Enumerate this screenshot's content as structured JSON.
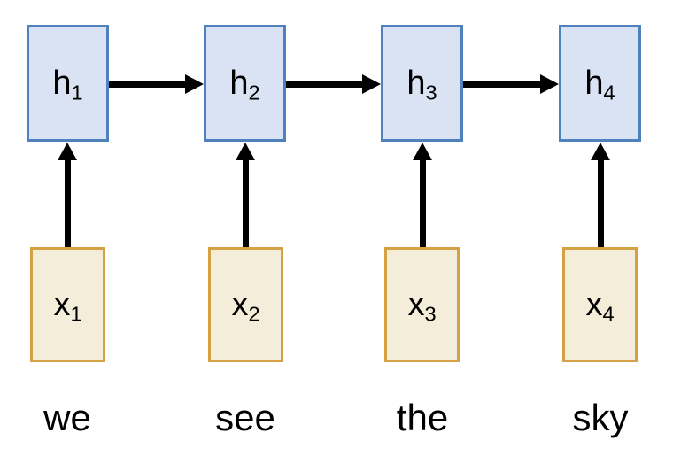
{
  "diagram": {
    "description": "Unrolled recurrent neural network over four time steps",
    "colors": {
      "background": "#ffffff",
      "hidden_fill": "#dae3f3",
      "hidden_border": "#4f81bd",
      "input_fill": "#f3edda",
      "input_border": "#d4a144",
      "arrow": "#000000",
      "text": "#000000"
    },
    "columns": [
      {
        "hidden_base": "h",
        "hidden_sub": "1",
        "input_base": "x",
        "input_sub": "1",
        "word": "we"
      },
      {
        "hidden_base": "h",
        "hidden_sub": "2",
        "input_base": "x",
        "input_sub": "2",
        "word": "see"
      },
      {
        "hidden_base": "h",
        "hidden_sub": "3",
        "input_base": "x",
        "input_sub": "3",
        "word": "the"
      },
      {
        "hidden_base": "h",
        "hidden_sub": "4",
        "input_base": "x",
        "input_sub": "4",
        "word": "sky"
      }
    ]
  }
}
